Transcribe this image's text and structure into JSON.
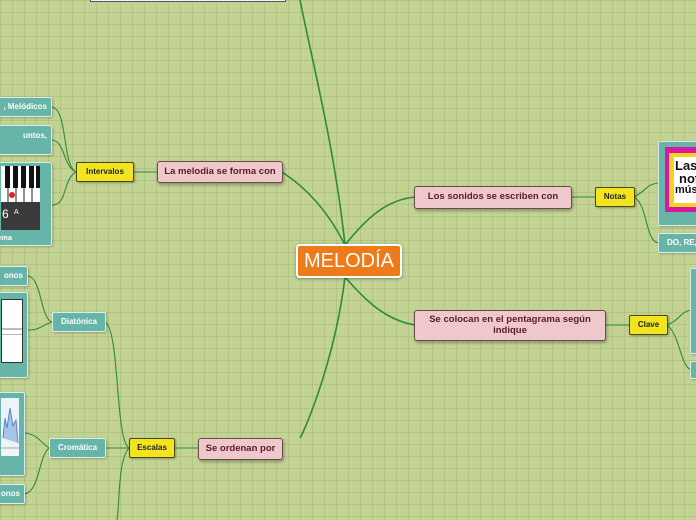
{
  "central": {
    "label": "MELODÍA"
  },
  "branches": {
    "forma": {
      "label": "La melodia se forma con"
    },
    "intervalos": {
      "label": "Intervalos"
    },
    "melodicos": {
      "label": ", Melódicos"
    },
    "juntos": {
      "label": "untos,"
    },
    "piano_caption": {
      "label": "ema"
    },
    "piano_number": {
      "label": "6"
    },
    "piano_note": {
      "label": "A"
    },
    "sonidos": {
      "label": "Los sonidos se escriben con"
    },
    "notas": {
      "label": "Notas"
    },
    "poster_text": {
      "line1": "Las",
      "line2": "not",
      "line3": "músi"
    },
    "do_re": {
      "label": "DO, RE,"
    },
    "pentagrama": {
      "label": "Se colocan en el pentagrama según indique"
    },
    "clave": {
      "label": "Clave"
    },
    "ordenan": {
      "label": "Se ordenan por"
    },
    "escalas": {
      "label": "Escalas"
    },
    "diatonica": {
      "label": "Diatónica"
    },
    "cromatica": {
      "label": "Cromática"
    },
    "tonos_top": {
      "label": "onos"
    },
    "tonos_bottom": {
      "label": "onos"
    }
  },
  "colors": {
    "background": "#c3d394",
    "central": "#ee7a1a",
    "main_branch": "#efc8cc",
    "sub_branch": "#f2e51f",
    "leaf": "#67b5a8",
    "connector": "#2e8b3a"
  }
}
